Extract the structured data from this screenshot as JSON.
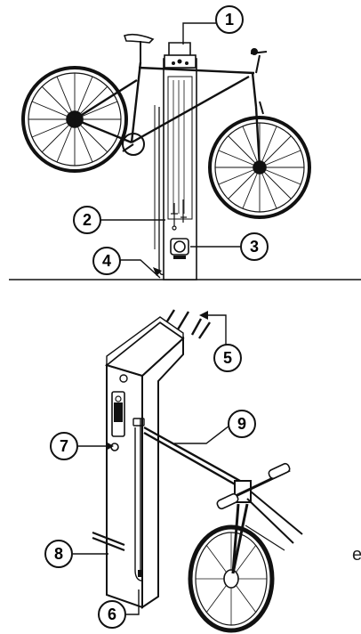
{
  "callouts": [
    {
      "id": "c1",
      "label": "1"
    },
    {
      "id": "c2",
      "label": "2"
    },
    {
      "id": "c3",
      "label": "3"
    },
    {
      "id": "c4",
      "label": "4"
    },
    {
      "id": "c5",
      "label": "5"
    },
    {
      "id": "c6",
      "label": "6"
    },
    {
      "id": "c7",
      "label": "7"
    },
    {
      "id": "c8",
      "label": "8"
    },
    {
      "id": "c9",
      "label": "9"
    }
  ],
  "stray_text": "e.",
  "colors": {
    "line": "#111111",
    "panel": "#ffffff",
    "accent": "#222222"
  }
}
